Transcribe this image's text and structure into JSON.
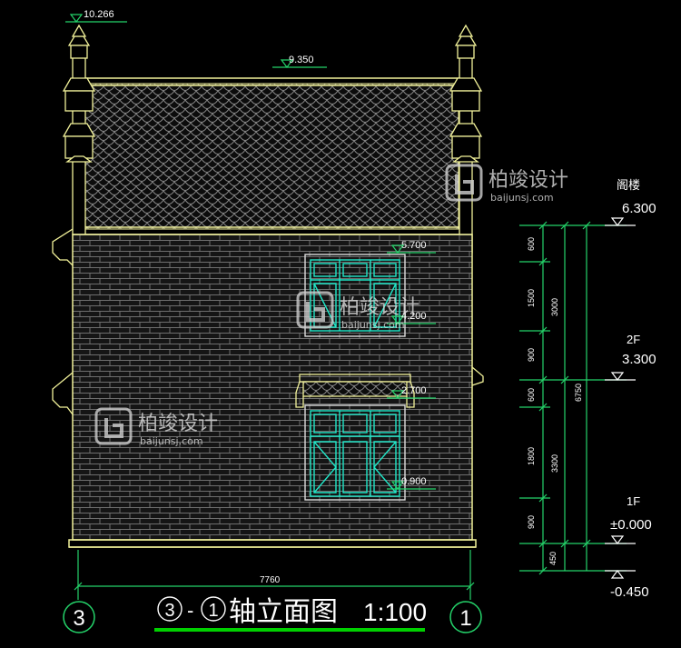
{
  "drawing": {
    "title_axis_from": "3",
    "title_dash": "-",
    "title_axis_to": "1",
    "title_text": "轴立面图",
    "scale": "1:100",
    "axis_left": "3",
    "axis_right": "1",
    "overall_width": "7760"
  },
  "elevations": {
    "ridge_top": "10.266",
    "roof_eave": "9.350",
    "window_top": "5.700",
    "window_sill": "4.200",
    "door_top": "2.700",
    "door_sill": "0.900"
  },
  "levels": [
    {
      "name": "阁楼",
      "value": "6.300"
    },
    {
      "name": "2F",
      "value": "3.300"
    },
    {
      "name": "1F",
      "value": "±0.000"
    },
    {
      "name": "",
      "value": "-0.450"
    }
  ],
  "dimensions": {
    "segments": [
      "600",
      "1500",
      "900",
      "600",
      "1800",
      "900",
      "450"
    ],
    "floor_heights": [
      "3000",
      "3300"
    ],
    "total": "6750"
  },
  "watermark": {
    "brand": "柏竣设计",
    "url": "baijunsj.com"
  },
  "colors": {
    "background": "#000000",
    "outline": "#f2f29a",
    "wall": "#6e6e6e",
    "window": "#20e6c8",
    "text": "#ffffff",
    "dim_line": "#24d36a",
    "title_underline": "#00d000"
  }
}
